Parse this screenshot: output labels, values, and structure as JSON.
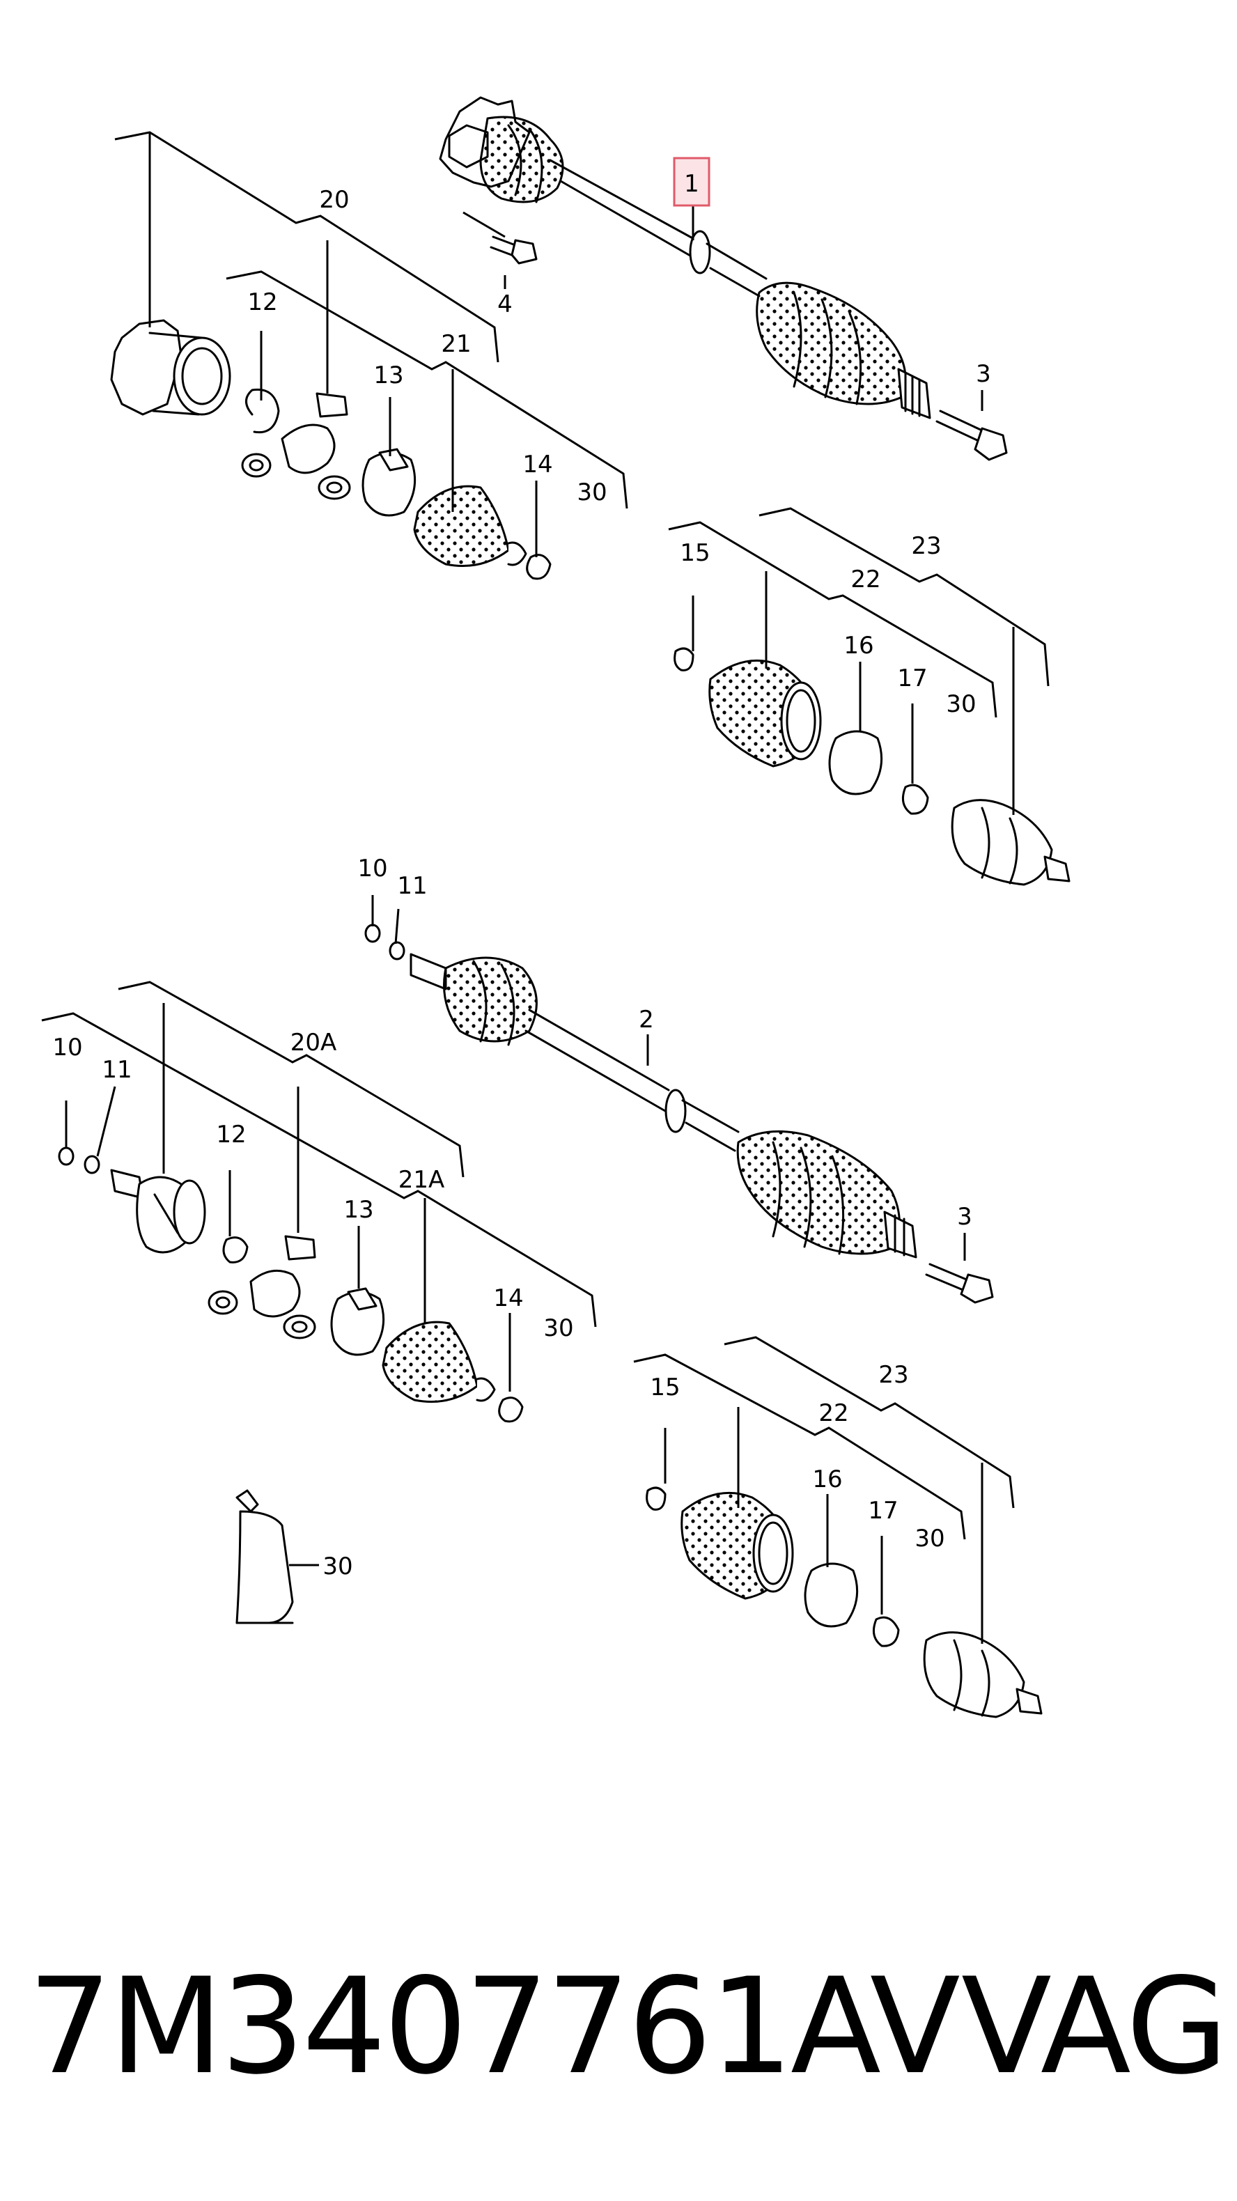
{
  "callouts": {
    "c1": "1",
    "c2": "2",
    "c3a": "3",
    "c3b": "3",
    "c4": "4",
    "c10a": "10",
    "c11a": "11",
    "c10b": "10",
    "c11b": "11",
    "c12a": "12",
    "c12b": "12",
    "c13a": "13",
    "c13b": "13",
    "c14a": "14",
    "c14b": "14",
    "c15a": "15",
    "c15b": "15",
    "c16a": "16",
    "c16b": "16",
    "c17a": "17",
    "c17b": "17",
    "c20": "20",
    "c20A": "20A",
    "c21": "21",
    "c21A": "21A",
    "c22a": "22",
    "c22b": "22",
    "c23a": "23",
    "c23b": "23",
    "c30a": "30",
    "c30b": "30",
    "c30c": "30",
    "c30d": "30",
    "c30e": "30"
  },
  "caption": {
    "part_number": "7M3407761AV",
    "brand": "VAG"
  },
  "colors": {
    "line": "#000000",
    "highlight_border": "#e05a6a",
    "highlight_fill": "#fbe3e6"
  }
}
